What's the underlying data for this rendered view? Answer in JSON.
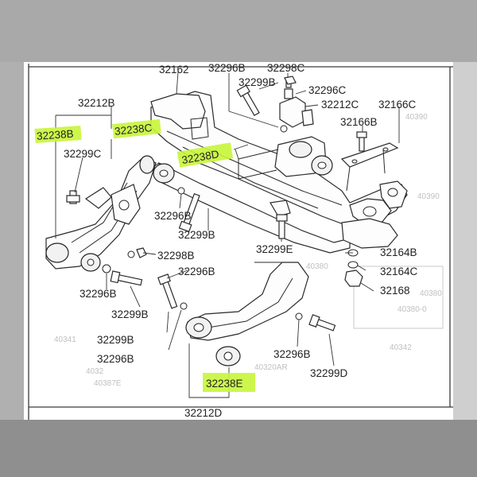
{
  "labels": {
    "l32162": "32162",
    "l32296b_top": "32296B",
    "l32298c": "32298C",
    "l32299b_top": "32299B",
    "l32296c": "32296C",
    "l32212b": "32212B",
    "l32212c": "32212C",
    "l32166c": "32166C",
    "l32166b": "32166B",
    "l32299c": "32299C",
    "l32296b_left": "32296B",
    "l32299b_mid": "32299B",
    "l32299e": "32299E",
    "l32298b": "32298B",
    "l32296b_mid": "32296B",
    "l32164b": "32164B",
    "l32164c": "32164C",
    "l32168": "32168",
    "l32296b_low": "32296B",
    "l32299b_low": "32299B",
    "l32299b_bottom": "32299B",
    "l32296b_bottom": "32296B",
    "l32296b_right": "32296B",
    "l32299d": "32299D",
    "l32212d": "32212D"
  },
  "highlighted_labels": {
    "l32238b": "32238B",
    "l32238c": "32238C",
    "l32238d": "32238D",
    "l32238e": "32238E"
  },
  "background_labels": {
    "b1": "40390",
    "b2": "40380",
    "b3": "40341",
    "b4": "40342",
    "b5": "40380-0",
    "b6": "4032",
    "b7": "40387E",
    "b8": "40320AR"
  },
  "colors": {
    "highlight": "#c8f53a",
    "ink": "#222222",
    "frame": "#3a3a3a",
    "paper_dark": "#8a8a8a"
  }
}
